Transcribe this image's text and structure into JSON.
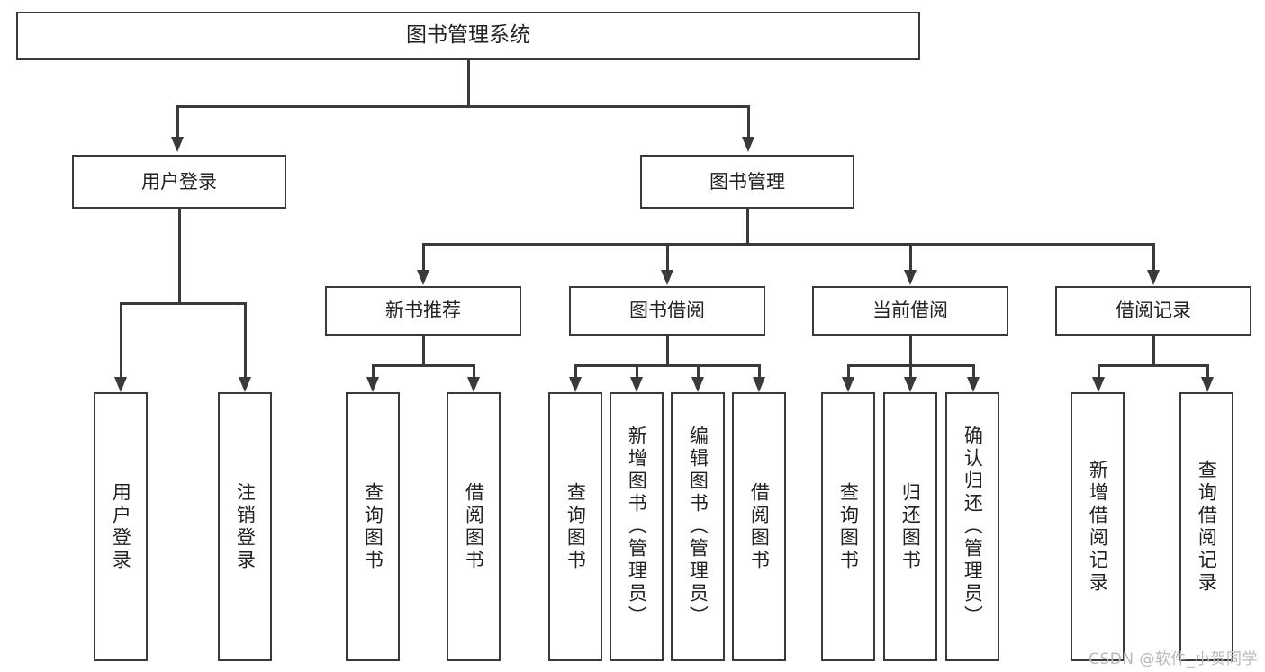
{
  "diagram": {
    "title": "图书管理系统",
    "type": "tree",
    "watermark": "CSDN @软件_小贺同学",
    "colors": {
      "background": "#ffffff",
      "box_fill": "#ffffff",
      "box_stroke": "#3a3a3a",
      "text": "#222222",
      "watermark": "#b9b9b9"
    },
    "root": {
      "label": "图书管理系统"
    },
    "level2": [
      {
        "label": "用户登录"
      },
      {
        "label": "图书管理"
      }
    ],
    "level3": [
      {
        "label": "新书推荐"
      },
      {
        "label": "图书借阅"
      },
      {
        "label": "当前借阅"
      },
      {
        "label": "借阅记录"
      }
    ],
    "leaves": {
      "user_login": [
        {
          "label": "用户登录"
        },
        {
          "label": "注销登录"
        }
      ],
      "new_book_recommend": [
        {
          "label": "查询图书"
        },
        {
          "label": "借阅图书"
        }
      ],
      "book_borrow": [
        {
          "label": "查询图书"
        },
        {
          "label": "新增图书（管理员）"
        },
        {
          "label": "编辑图书（管理员）"
        },
        {
          "label": "借阅图书"
        }
      ],
      "current_borrow": [
        {
          "label": "查询图书"
        },
        {
          "label": "归还图书"
        },
        {
          "label": "确认归还（管理员）"
        }
      ],
      "borrow_record": [
        {
          "label": "新增借阅记录"
        },
        {
          "label": "查询借阅记录"
        }
      ]
    }
  }
}
